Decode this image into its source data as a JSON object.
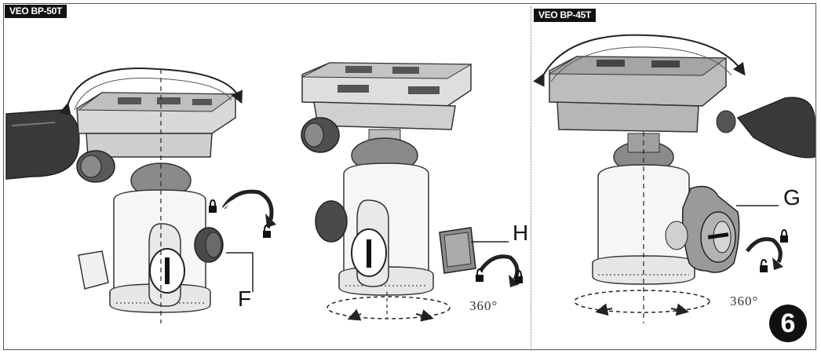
{
  "panels": {
    "left": {
      "model": "VEO BP-50T"
    },
    "right": {
      "model": "VEO BP-45T"
    }
  },
  "labels": {
    "f": "F",
    "h": "H",
    "g": "G"
  },
  "rotation": {
    "middle": "360°",
    "right": "360°"
  },
  "step": "6",
  "icons": [
    "rotate-arrow-icon",
    "padlock-locked-icon",
    "padlock-unlocked-icon",
    "circular-arrow-icon"
  ]
}
